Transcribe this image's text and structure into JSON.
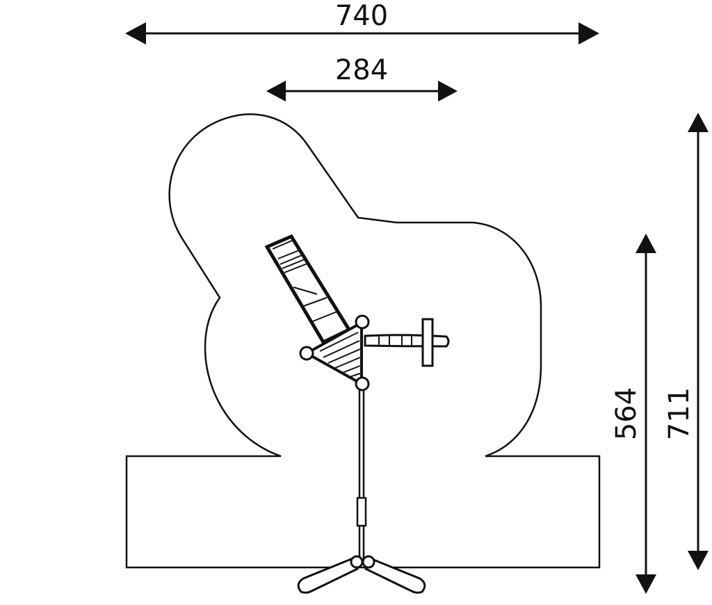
{
  "dimensions": {
    "overall_width": "740",
    "inner_width": "284",
    "inner_depth": "564",
    "overall_depth": "711"
  },
  "colors": {
    "line": "#111111",
    "background": "#ffffff"
  }
}
